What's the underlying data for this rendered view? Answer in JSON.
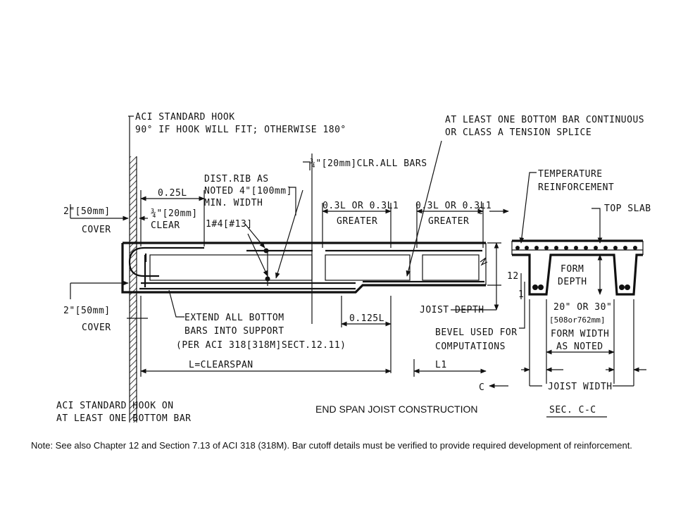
{
  "labels": {
    "aci_hook_1": "ACI STANDARD HOOK",
    "aci_hook_2": "90° IF HOOK WILL FIT; OTHERWISE 180°",
    "bottom_bar_cont_1": "AT LEAST ONE BOTTOM BAR CONTINUOUS",
    "bottom_bar_cont_2": "OR CLASS A TENSION SPLICE",
    "clr_all_bars": "¾\"[20mm]CLR.ALL BARS",
    "dist_rib_1": "DIST.RIB AS",
    "dist_rib_2": "NOTED 4\"[100mm]",
    "dist_rib_3": "MIN. WIDTH",
    "temp_reinf_1": "TEMPERATURE",
    "temp_reinf_2": "REINFORCEMENT",
    "top_slab": "TOP SLAB",
    "dim_025l": "0.25L",
    "clear_34_1": "¾\"[20mm]",
    "clear_34_2": "CLEAR",
    "bar_1no4": "1#4[#13]",
    "cover_top_1": "2\"[50mm]",
    "cover_top_2": "COVER",
    "greater_a_1": "0.3L OR 0.3L1",
    "greater_a_2": "GREATER",
    "greater_b_1": "0.3L OR 0.3L1",
    "greater_b_2": "GREATER",
    "section_c_top": "C",
    "form_depth_1": "FORM",
    "form_depth_2": "DEPTH",
    "slope_12": "12",
    "slope_1": "1",
    "cover_bot_1": "2\"[50mm]",
    "cover_bot_2": "COVER",
    "extend_1": "EXTEND ALL BOTTOM",
    "extend_2": "BARS INTO SUPPORT",
    "extend_3": "(PER ACI 318[318M]SECT.12.11)",
    "dim_0125l": "0.125L",
    "joist_depth": "JOIST DEPTH",
    "bevel_1": "BEVEL USED FOR",
    "bevel_2": "COMPUTATIONS",
    "form_width_1": "20\" OR 30\"",
    "form_width_2": "[508or762mm]",
    "form_width_3": "FORM WIDTH",
    "form_width_4": "AS NOTED",
    "clearspan": "L=CLEARSPAN",
    "l1": "L1",
    "section_c_bot": "C",
    "joist_width": "JOIST WIDTH",
    "aci_hook_bottom_1": "ACI STANDARD HOOK ON",
    "aci_hook_bottom_2": "AT LEAST ONE BOTTOM BAR",
    "title_main": "END SPAN JOIST CONSTRUCTION",
    "title_section": "SEC. C-C",
    "note": "Note: See also Chapter 12 and Section 7.13 of ACI 318 (318M). Bar cutoff details must be verified to provide required development of reinforcement."
  }
}
